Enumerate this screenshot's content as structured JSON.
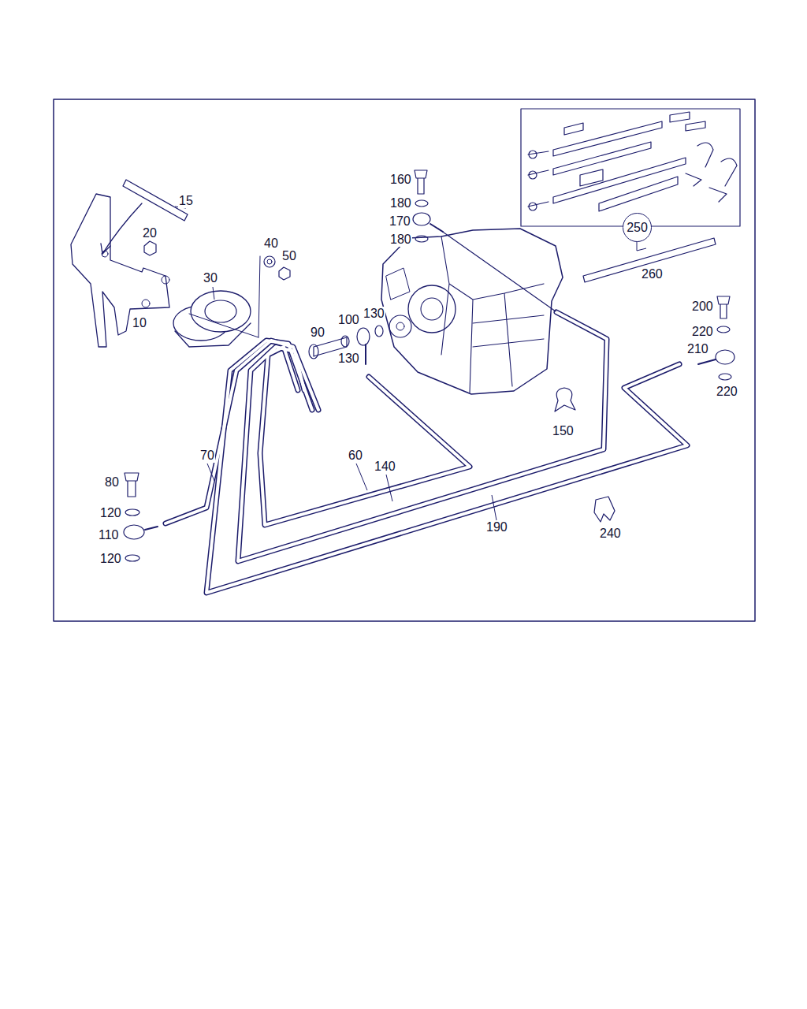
{
  "diagram": {
    "nodes": [
      {
        "text": [
          "250"
        ]
      }
    ],
    "labels": [
      "15",
      "20",
      "40",
      "50",
      "30",
      "10",
      "160",
      "180",
      "170",
      "180",
      "90",
      "100",
      "130",
      "130",
      "260",
      "200",
      "220",
      "210",
      "220",
      "150",
      "70",
      "60",
      "140",
      "80",
      "120",
      "110",
      "120",
      "190",
      "240"
    ]
  }
}
